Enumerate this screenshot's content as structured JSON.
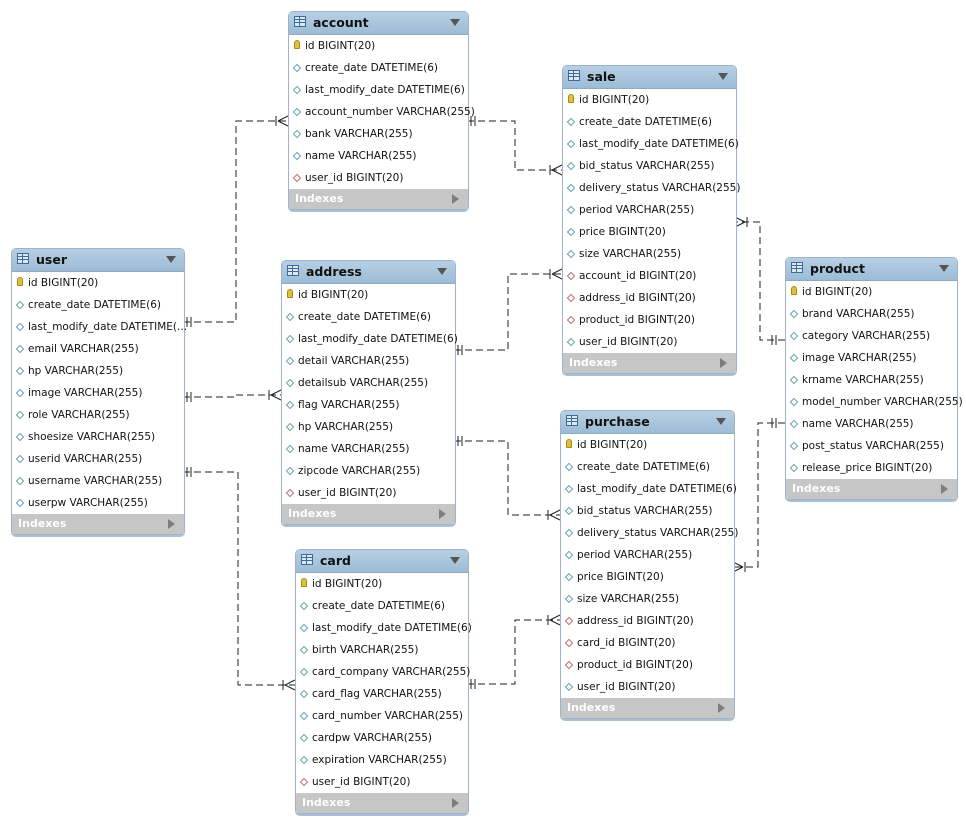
{
  "footer_label": "Indexes",
  "tables": {
    "account": {
      "name": "account",
      "columns": [
        {
          "text": "id BIGINT(20)",
          "kind": "pk"
        },
        {
          "text": "create_date DATETIME(6)",
          "kind": "col"
        },
        {
          "text": "last_modify_date DATETIME(6)",
          "kind": "col"
        },
        {
          "text": "account_number VARCHAR(255)",
          "kind": "col"
        },
        {
          "text": "bank VARCHAR(255)",
          "kind": "col"
        },
        {
          "text": "name VARCHAR(255)",
          "kind": "col"
        },
        {
          "text": "user_id BIGINT(20)",
          "kind": "fk"
        }
      ]
    },
    "sale": {
      "name": "sale",
      "columns": [
        {
          "text": "id BIGINT(20)",
          "kind": "pk"
        },
        {
          "text": "create_date DATETIME(6)",
          "kind": "col"
        },
        {
          "text": "last_modify_date DATETIME(6)",
          "kind": "col"
        },
        {
          "text": "bid_status VARCHAR(255)",
          "kind": "col"
        },
        {
          "text": "delivery_status VARCHAR(255)",
          "kind": "col"
        },
        {
          "text": "period VARCHAR(255)",
          "kind": "col"
        },
        {
          "text": "price BIGINT(20)",
          "kind": "col"
        },
        {
          "text": "size VARCHAR(255)",
          "kind": "col"
        },
        {
          "text": "account_id BIGINT(20)",
          "kind": "fk"
        },
        {
          "text": "address_id BIGINT(20)",
          "kind": "fk"
        },
        {
          "text": "product_id BIGINT(20)",
          "kind": "fk"
        },
        {
          "text": "user_id BIGINT(20)",
          "kind": "col"
        }
      ]
    },
    "user": {
      "name": "user",
      "columns": [
        {
          "text": "id BIGINT(20)",
          "kind": "pk"
        },
        {
          "text": "create_date DATETIME(6)",
          "kind": "col"
        },
        {
          "text": "last_modify_date DATETIME(...",
          "kind": "col"
        },
        {
          "text": "email VARCHAR(255)",
          "kind": "col"
        },
        {
          "text": "hp VARCHAR(255)",
          "kind": "col"
        },
        {
          "text": "image VARCHAR(255)",
          "kind": "col"
        },
        {
          "text": "role VARCHAR(255)",
          "kind": "col"
        },
        {
          "text": "shoesize VARCHAR(255)",
          "kind": "col"
        },
        {
          "text": "userid VARCHAR(255)",
          "kind": "col"
        },
        {
          "text": "username VARCHAR(255)",
          "kind": "col"
        },
        {
          "text": "userpw VARCHAR(255)",
          "kind": "col"
        }
      ]
    },
    "address": {
      "name": "address",
      "columns": [
        {
          "text": "id BIGINT(20)",
          "kind": "pk"
        },
        {
          "text": "create_date DATETIME(6)",
          "kind": "col"
        },
        {
          "text": "last_modify_date DATETIME(6)",
          "kind": "col"
        },
        {
          "text": "detail VARCHAR(255)",
          "kind": "col"
        },
        {
          "text": "detailsub VARCHAR(255)",
          "kind": "col"
        },
        {
          "text": "flag VARCHAR(255)",
          "kind": "col"
        },
        {
          "text": "hp VARCHAR(255)",
          "kind": "col"
        },
        {
          "text": "name VARCHAR(255)",
          "kind": "col"
        },
        {
          "text": "zipcode VARCHAR(255)",
          "kind": "col"
        },
        {
          "text": "user_id BIGINT(20)",
          "kind": "fk"
        }
      ]
    },
    "product": {
      "name": "product",
      "columns": [
        {
          "text": "id BIGINT(20)",
          "kind": "pk"
        },
        {
          "text": "brand VARCHAR(255)",
          "kind": "col"
        },
        {
          "text": "category VARCHAR(255)",
          "kind": "col"
        },
        {
          "text": "image VARCHAR(255)",
          "kind": "col"
        },
        {
          "text": "krname VARCHAR(255)",
          "kind": "col"
        },
        {
          "text": "model_number VARCHAR(255)",
          "kind": "col"
        },
        {
          "text": "name VARCHAR(255)",
          "kind": "col"
        },
        {
          "text": "post_status VARCHAR(255)",
          "kind": "col"
        },
        {
          "text": "release_price BIGINT(20)",
          "kind": "col"
        }
      ]
    },
    "purchase": {
      "name": "purchase",
      "columns": [
        {
          "text": "id BIGINT(20)",
          "kind": "pk"
        },
        {
          "text": "create_date DATETIME(6)",
          "kind": "col"
        },
        {
          "text": "last_modify_date DATETIME(6)",
          "kind": "col"
        },
        {
          "text": "bid_status VARCHAR(255)",
          "kind": "col"
        },
        {
          "text": "delivery_status VARCHAR(255)",
          "kind": "col"
        },
        {
          "text": "period VARCHAR(255)",
          "kind": "col"
        },
        {
          "text": "price BIGINT(20)",
          "kind": "col"
        },
        {
          "text": "size VARCHAR(255)",
          "kind": "col"
        },
        {
          "text": "address_id BIGINT(20)",
          "kind": "fk"
        },
        {
          "text": "card_id BIGINT(20)",
          "kind": "fk"
        },
        {
          "text": "product_id BIGINT(20)",
          "kind": "fk"
        },
        {
          "text": "user_id BIGINT(20)",
          "kind": "col"
        }
      ]
    },
    "card": {
      "name": "card",
      "columns": [
        {
          "text": "id BIGINT(20)",
          "kind": "pk"
        },
        {
          "text": "create_date DATETIME(6)",
          "kind": "col"
        },
        {
          "text": "last_modify_date DATETIME(6)",
          "kind": "col"
        },
        {
          "text": "birth VARCHAR(255)",
          "kind": "col"
        },
        {
          "text": "card_company VARCHAR(255)",
          "kind": "col"
        },
        {
          "text": "card_flag VARCHAR(255)",
          "kind": "col"
        },
        {
          "text": "card_number VARCHAR(255)",
          "kind": "col"
        },
        {
          "text": "cardpw VARCHAR(255)",
          "kind": "col"
        },
        {
          "text": "expiration VARCHAR(255)",
          "kind": "col"
        },
        {
          "text": "user_id BIGINT(20)",
          "kind": "fk"
        }
      ]
    }
  }
}
